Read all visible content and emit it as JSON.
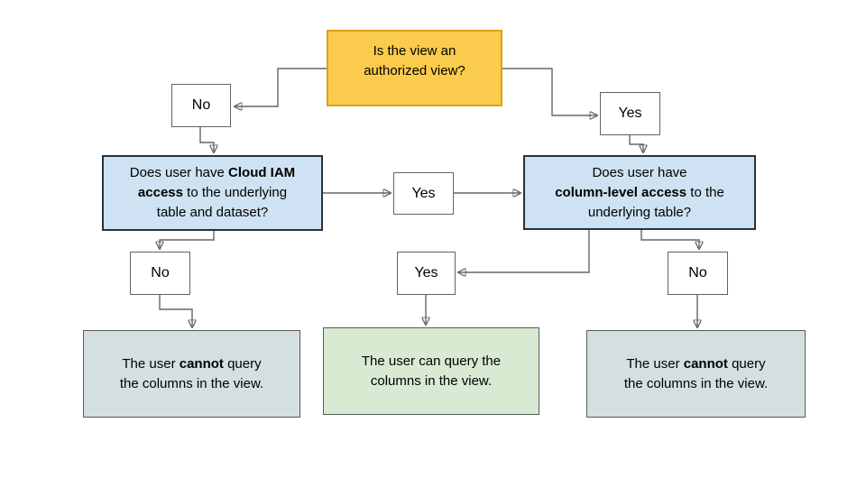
{
  "colors": {
    "background": "#FFFFFF",
    "start_fill": "#FACB4C",
    "start_border": "#DDA21A",
    "question_fill": "#CFE2F3",
    "question_border": "#25313E",
    "label_box_fill": "#FFFFFF",
    "label_box_border": "#5F6368",
    "result_neutral_fill": "#D5DFE2",
    "result_positive_fill": "#D9EAD3",
    "result_border": "#58595B",
    "connector": "#666667",
    "text": "#000000"
  },
  "nodes": {
    "start": {
      "lines": [
        {
          "pre": "Is the view an"
        },
        {
          "pre": "authorized view?"
        }
      ]
    },
    "branch_no": {
      "label": "No"
    },
    "branch_yes": {
      "label": "Yes"
    },
    "q_iam": {
      "lines": [
        {
          "pre": "Does user have ",
          "bold": "Cloud IAM"
        },
        {
          "bold": "access",
          "post": " to the underlying"
        },
        {
          "pre": "table and dataset?"
        }
      ]
    },
    "mid_yes": {
      "label": "Yes"
    },
    "q_col": {
      "lines": [
        {
          "pre": "Does user have"
        },
        {
          "bold": "column-level access",
          "post": " to the"
        },
        {
          "pre": "underlying table?"
        }
      ]
    },
    "iam_no": {
      "label": "No"
    },
    "col_yes": {
      "label": "Yes"
    },
    "col_no": {
      "label": "No"
    },
    "result_left": {
      "lines": [
        {
          "pre": "The user ",
          "bold": "cannot",
          "post": " query"
        },
        {
          "pre": "the columns in the view."
        }
      ]
    },
    "result_mid": {
      "lines": [
        {
          "pre": "The user can query the"
        },
        {
          "pre": "columns in the view."
        }
      ]
    },
    "result_right": {
      "lines": [
        {
          "pre": "The user ",
          "bold": "cannot",
          "post": " query"
        },
        {
          "pre": "the columns in the view."
        }
      ]
    }
  }
}
